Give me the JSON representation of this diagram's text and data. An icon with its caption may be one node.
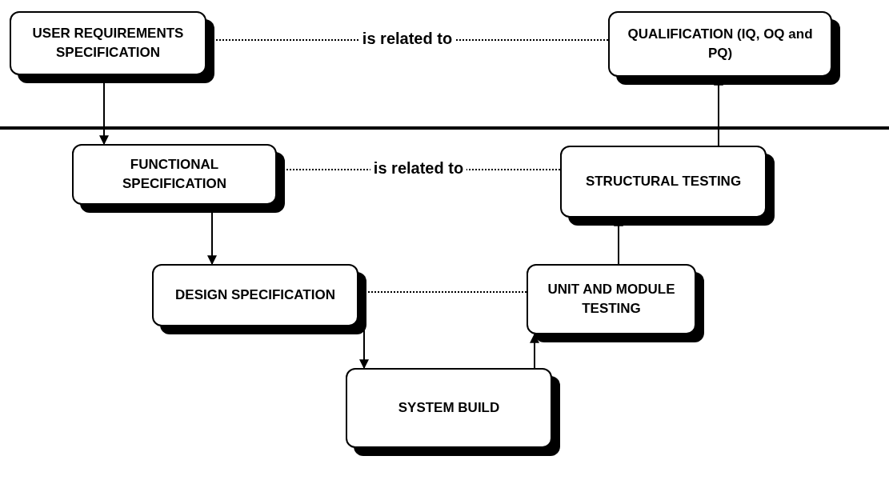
{
  "diagram": {
    "nodes": [
      {
        "text": [
          "USER REQUIREMENTS SPECIFICATION"
        ]
      },
      {
        "text": [
          "QUALIFICATION (IQ, OQ and PQ)"
        ]
      },
      {
        "text": [
          "FUNCTIONAL SPECIFICATION"
        ]
      },
      {
        "text": [
          "STRUCTURAL TESTING"
        ]
      },
      {
        "text": [
          "DESIGN SPECIFICATION"
        ]
      },
      {
        "text": [
          "UNIT AND MODULE TESTING"
        ]
      },
      {
        "text": [
          "SYSTEM BUILD"
        ]
      }
    ],
    "edges": [
      {
        "from": 0,
        "to": 1,
        "arrow": "none",
        "label": "is related to",
        "style": "dashed"
      },
      {
        "from": 0,
        "to": 2,
        "arrow": "to"
      },
      {
        "from": 2,
        "to": 3,
        "arrow": "none",
        "label": "is related to",
        "style": "dashed"
      },
      {
        "from": 2,
        "to": 4,
        "arrow": "to"
      },
      {
        "from": 4,
        "to": 5,
        "arrow": "none",
        "style": "dashed"
      },
      {
        "from": 4,
        "to": 6,
        "arrow": "to"
      },
      {
        "from": 6,
        "to": 5,
        "arrow": "to"
      },
      {
        "from": 5,
        "to": 3,
        "arrow": "to"
      },
      {
        "from": 3,
        "to": 1,
        "arrow": "to"
      }
    ]
  }
}
